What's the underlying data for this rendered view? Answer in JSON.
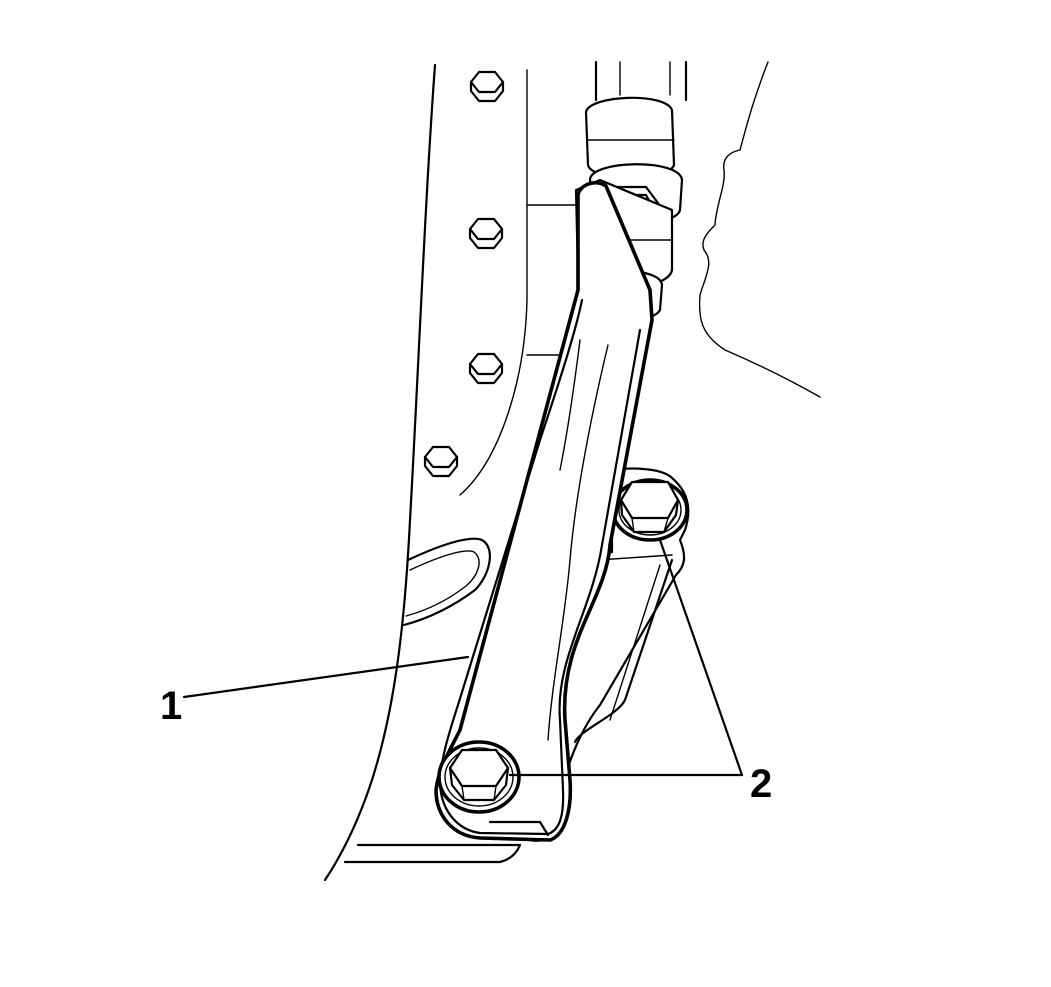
{
  "diagram": {
    "callouts": [
      {
        "id": "1",
        "label": "1"
      },
      {
        "id": "2",
        "label": "2"
      }
    ],
    "icons": [
      "hex-bolt-icon",
      "socket-wrench-icon"
    ],
    "colors": {
      "line": "#000000",
      "background": "#ffffff"
    }
  }
}
